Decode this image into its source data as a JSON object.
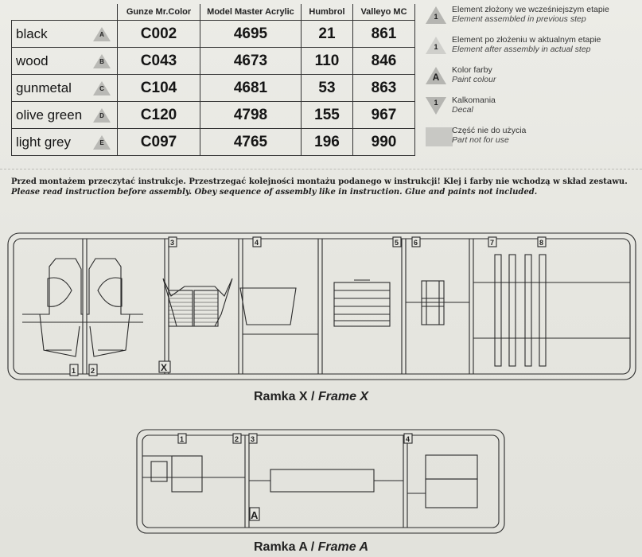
{
  "table": {
    "headers": [
      "Gunze Mr.Color",
      "Model Master Acrylic",
      "Humbrol",
      "Valleyo MC"
    ],
    "rows": [
      {
        "name": "black",
        "letter": "A",
        "gunze": "C002",
        "mma": "4695",
        "humbrol": "21",
        "vallejo": "861"
      },
      {
        "name": "wood",
        "letter": "B",
        "gunze": "C043",
        "mma": "4673",
        "humbrol": "110",
        "vallejo": "846"
      },
      {
        "name": "gunmetal",
        "letter": "C",
        "gunze": "C104",
        "mma": "4681",
        "humbrol": "53",
        "vallejo": "863"
      },
      {
        "name": "olive green",
        "letter": "D",
        "gunze": "C120",
        "mma": "4798",
        "humbrol": "155",
        "vallejo": "967"
      },
      {
        "name": "light grey",
        "letter": "E",
        "gunze": "C097",
        "mma": "4765",
        "humbrol": "196",
        "vallejo": "990"
      }
    ]
  },
  "legend": [
    {
      "symbol": "1",
      "pl": "Element złożony we wcześniejszym etapie",
      "en": "Element assembled in previous step"
    },
    {
      "symbol": "1",
      "pl": "Element po złożeniu w aktualnym etapie",
      "en": "Element after assembly in actual step"
    },
    {
      "symbol": "A",
      "pl": "Kolor farby",
      "en": "Paint colour"
    },
    {
      "symbol": "1",
      "pl": "Kalkomania",
      "en": "Decal"
    },
    {
      "symbol": "",
      "pl": "Część nie do użycia",
      "en": "Part not for use"
    }
  ],
  "instructions": {
    "pl": "Przed montażem przeczytać instrukcje. Przestrzegać kolejności montażu podanego w instrukcji! Klej i farby nie wchodzą w skład zestawu.",
    "en": "Please read instruction before assembly. Obey sequence of assembly like in instruction. Glue and paints not included."
  },
  "frame_x": {
    "caption_pl": "Ramka X",
    "caption_sep": " / ",
    "caption_en": "Frame X",
    "letter": "X",
    "part_numbers": [
      "1",
      "2",
      "3",
      "4",
      "5",
      "6",
      "7",
      "8"
    ]
  },
  "frame_a": {
    "caption_pl": "Ramka A",
    "caption_sep": " / ",
    "caption_en": "Frame A",
    "letter": "A",
    "part_numbers": [
      "1",
      "2",
      "3",
      "4"
    ]
  },
  "colors": {
    "paper": "#e9e9e4",
    "ink": "#1c1c1c",
    "symbol_grey": "#b9b9b5"
  }
}
